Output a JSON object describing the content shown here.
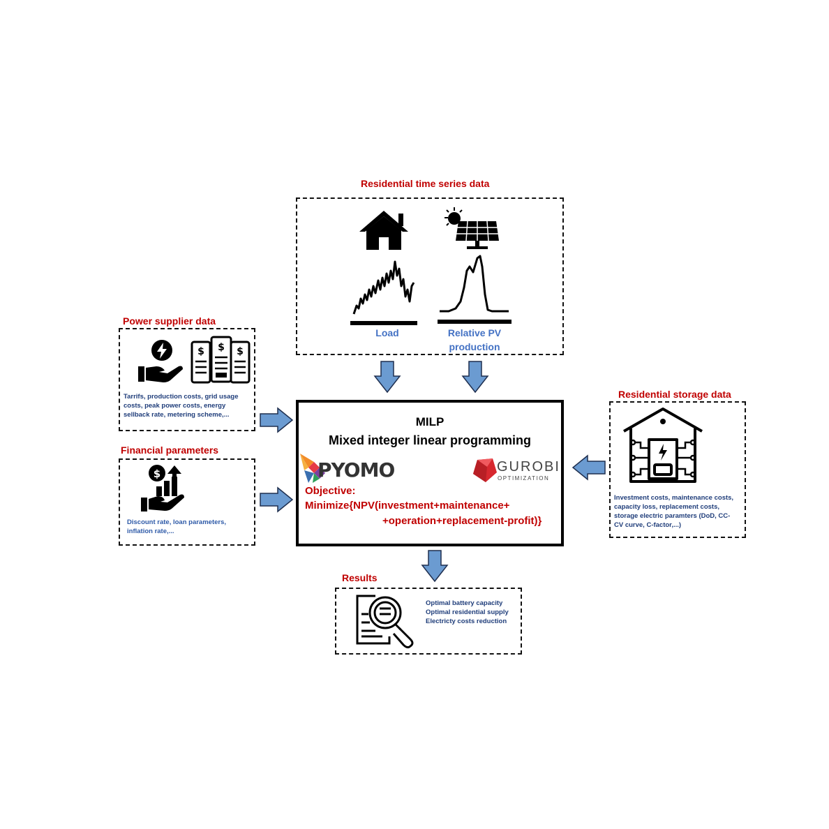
{
  "timeseries": {
    "title": "Residential time series data",
    "load_label": "Load",
    "pv_label_line1": "Relative PV",
    "pv_label_line2": "production"
  },
  "supplier": {
    "title": "Power supplier data",
    "desc_line1": "Tarrifs, production costs, grid usage",
    "desc_line2": "costs, peak power costs, energy",
    "desc_line3": "sellback rate, metering scheme,..."
  },
  "financial": {
    "title": "Financial parameters",
    "desc_line1": "Discount rate, loan parameters,",
    "desc_line2": "inflation rate,..."
  },
  "milp": {
    "title": "MILP",
    "subtitle": "Mixed integer linear programming",
    "pyomo_logo_text": "PYOMO",
    "gurobi_logo_text": "GUROBI",
    "gurobi_logo_subtext": "OPTIMIZATION",
    "objective_label": "Objective:",
    "objective_line1": "Minimize{NPV(investment+maintenance+",
    "objective_line2": "+operation+replacement-profit)}"
  },
  "storage": {
    "title": "Residential storage data",
    "desc_line1": "Investment costs, maintenance costs,",
    "desc_line2": "capacity loss, replacement costs,",
    "desc_line3": "storage electric paramters (DoD, CC-",
    "desc_line4": "CV curve, C-factor,...)"
  },
  "results": {
    "title": "Results",
    "item1": "Optimal battery capacity",
    "item2": "Optimal residential supply",
    "item3": "Electricty costs reduction"
  },
  "colors": {
    "title_red": "#c00000",
    "label_blue": "#4472c4",
    "desc_navy": "#1f3d7a",
    "arrow_fill": "#6b9bd1",
    "arrow_stroke": "#1f2f4f"
  }
}
